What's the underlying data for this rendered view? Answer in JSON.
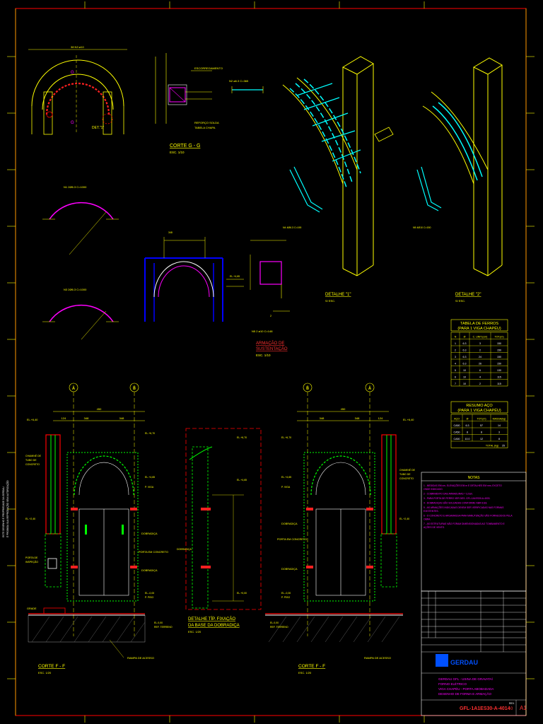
{
  "drawing": {
    "title_g": "CORTE G - G",
    "scale_g": "ESC. 1/10",
    "title_armacao_1": "ARMAÇÃO DE",
    "title_armacao_2": "SUSTENTAÇÃO",
    "scale_armacao": "ESC. 1/10",
    "detalhe_1": "DETALHE \"1\"",
    "detalhe_1_scale": "S/ ESC.",
    "detalhe_2": "DETALHE \"2\"",
    "detalhe_2_scale": "S/ ESC.",
    "corte_f_left": "CORTE F - F",
    "corte_f_left_scale": "ESC. 1/20",
    "corte_f_right": "CORTE F - F",
    "corte_f_right_scale": "ESC. 1/20",
    "detalhe_fix_1": "DETALHE TÍP. FIXAÇÃO",
    "detalhe_fix_2": "DA BASE DA DOBRADIÇA",
    "detalhe_fix_scale": "ESC. 1/20",
    "axis_a": "A",
    "axis_b": "B",
    "dim_450": "450",
    "dim_348": "348",
    "dim_124": "124",
    "label_dobradica": "DOBRADIÇA",
    "label_porta": "PORTA EM CONCRETO",
    "label_grade": "GRADE",
    "label_rampa": "RAMPA DE ACESSO",
    "label_nivel": "EL.-0,00",
    "label_piso": "P. PISO",
    "label_viga": "P. VIGA"
  },
  "tabela_ferros": {
    "title_1": "TABELA DE FERROS",
    "title_2": "(PARA 1 VIGA CHAPÉU)",
    "headers": [
      "N",
      "Ø",
      "C. UNIT.(cm)",
      "TOT.(m)"
    ],
    "rows": [
      [
        "1",
        "6.3",
        "3",
        "150"
      ],
      [
        "2",
        "6.3",
        "2",
        "150"
      ],
      [
        "3",
        "6.3",
        "24",
        "150"
      ],
      [
        "4",
        "6.3",
        "26",
        "150"
      ],
      [
        "5",
        "10",
        "6",
        "130"
      ],
      [
        "6",
        "10",
        "4",
        "115"
      ],
      [
        "7",
        "10",
        "2",
        "115"
      ]
    ]
  },
  "resumo_aco": {
    "title_1": "RESUMO AÇO",
    "title_2": "(PARA 1 VIGA CHAPÉU)",
    "headers": [
      "AÇO",
      "Ø",
      "TOT.(m)",
      "MASSA(kg)"
    ],
    "rows": [
      [
        "CA50",
        "6.3",
        "57",
        "14"
      ],
      [
        "CA50",
        "8",
        "8",
        "3"
      ],
      [
        "CA50",
        "10.0",
        "12",
        "8"
      ]
    ],
    "total_label": "TOTAL (kg)",
    "total_value": "25"
  },
  "notas": {
    "title": "NOTAS",
    "items": [
      "1 - MEDIDAS EM cm, ELEVAÇÕES EM m E DETALHES EM mm, EXCETO ONDE INDICADO.",
      "2 - COBRIMENTO DAS ARMADURAS = 3,0cm.",
      "3 - PARA PORTA DE FERRO VER DES. GFL-1A1ES30-A-4003.",
      "4 - DOBRADIÇAS SÃO SOLDADAS CONFORME NBR 6118.",
      "5 - AS ARMAÇÕES INDICADAS DEVEM SER VERIFICADAS NAS FORMAS EXISTENTES.",
      "6 - O CONCRETO E ARGAMASSA PARA MANUTENÇÃO SÃO FORNECIDOS PELA OBRA.",
      "7 - AS ESTRUTURAS NÃO FORAM DIMENSIONADAS AO TOMBAMENTO E AÇÕES DE VENTO."
    ]
  },
  "title_block": {
    "company": "GERDAU",
    "project_1": "GERDAU GFL - USINA DE GRAVATAÍ",
    "project_2": "FORNO ELÉTRICO",
    "project_3": "VIGA CHAPÉU - PORTA ABOBADADA",
    "project_4": "DESENHO DE FORMA E ARMAÇÃO",
    "drawing_number": "GFL-1A1ES30-A-4014",
    "sheet_size": "A1",
    "revision": "0",
    "rev_label": "REV."
  },
  "colors": {
    "background": "#000000",
    "border": "#ff0000",
    "dimension": "#ffff00",
    "concrete": "#00ff00",
    "rebar_cyan": "#00ffff",
    "rebar_magenta": "#ff00ff",
    "text_white": "#ffffff",
    "outline_blue": "#0000ff"
  }
}
